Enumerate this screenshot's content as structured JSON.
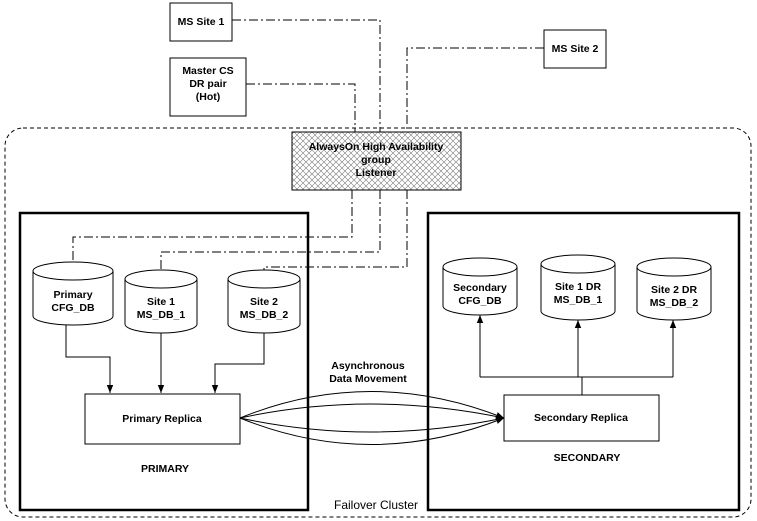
{
  "nodes": {
    "ms_site_1": {
      "lines": [
        "MS Site 1"
      ]
    },
    "ms_site_2": {
      "lines": [
        "MS Site 2"
      ]
    },
    "master_cs": {
      "lines": [
        "Master CS",
        "DR pair",
        "(Hot)"
      ]
    },
    "listener": {
      "lines": [
        "AlwaysOn High Availability",
        "group",
        "Listener"
      ]
    },
    "primary_cfg_db": {
      "lines": [
        "Primary",
        "CFG_DB"
      ]
    },
    "site1_ms_db_1": {
      "lines": [
        "Site 1",
        "MS_DB_1"
      ]
    },
    "site2_ms_db_2": {
      "lines": [
        "Site 2",
        "MS_DB_2"
      ]
    },
    "secondary_cfg_db": {
      "lines": [
        "Secondary",
        "CFG_DB"
      ]
    },
    "site1_dr_ms_db_1": {
      "lines": [
        "Site 1 DR",
        "MS_DB_1"
      ]
    },
    "site2_dr_ms_db_2": {
      "lines": [
        "Site 2 DR",
        "MS_DB_2"
      ]
    },
    "primary_replica": {
      "lines": [
        "Primary Replica"
      ]
    },
    "secondary_replica": {
      "lines": [
        "Secondary Replica"
      ]
    }
  },
  "labels": {
    "primary": "PRIMARY",
    "secondary": "SECONDARY",
    "async": [
      "Asynchronous",
      "Data Movement"
    ],
    "cluster": "Failover Cluster"
  },
  "colors": {
    "line": "#000000",
    "hatch": "#7a7a7a",
    "background": "#ffffff"
  }
}
